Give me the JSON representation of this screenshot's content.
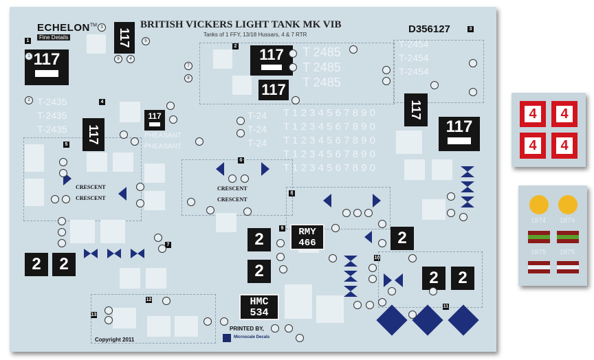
{
  "sheet": {
    "brand": "ECHELON",
    "tm": "TM",
    "tagline": "Fine Details",
    "title": "BRITISH VICKERS LIGHT TANK MK VIB",
    "subtitle": "Tanks of 1 FFY, 13/18 Hussars, 4 & 7 RTR",
    "code": "D356127",
    "code_badge": "3",
    "copyright": "Copyright 2011",
    "printed_by": "PRINTED BY,",
    "printer": "Microscale Decals"
  },
  "sections": [
    "1",
    "2",
    "3",
    "4",
    "5",
    "6",
    "7",
    "8",
    "9",
    "10",
    "11",
    "12",
    "13"
  ],
  "markings": {
    "plate_117": "117",
    "plate_2": "2",
    "rmy_top": "RMY",
    "rmy_bottom": "466",
    "hmc_top": "HMC",
    "hmc_bottom": "534",
    "crescent": "CRESCENT",
    "pheasant": "PHEASANT",
    "reg_t2485": "T 2485",
    "reg_t2454": "T-2454",
    "reg_t2435": "T-2435",
    "reg_t24": "T-24",
    "digits": "T 1 2 3 4 5 6 7 8 9 0"
  },
  "side_panel": {
    "number": "4",
    "reg_1874": "1874",
    "reg_1875": "1875"
  },
  "colors": {
    "sheet_bg": "#cfdde5",
    "black": "#151515",
    "navy": "#1d2f7a",
    "red": "#d2141d",
    "yellow": "#f2b824",
    "green": "#5aa02c",
    "maroon": "#8b1a1a"
  }
}
